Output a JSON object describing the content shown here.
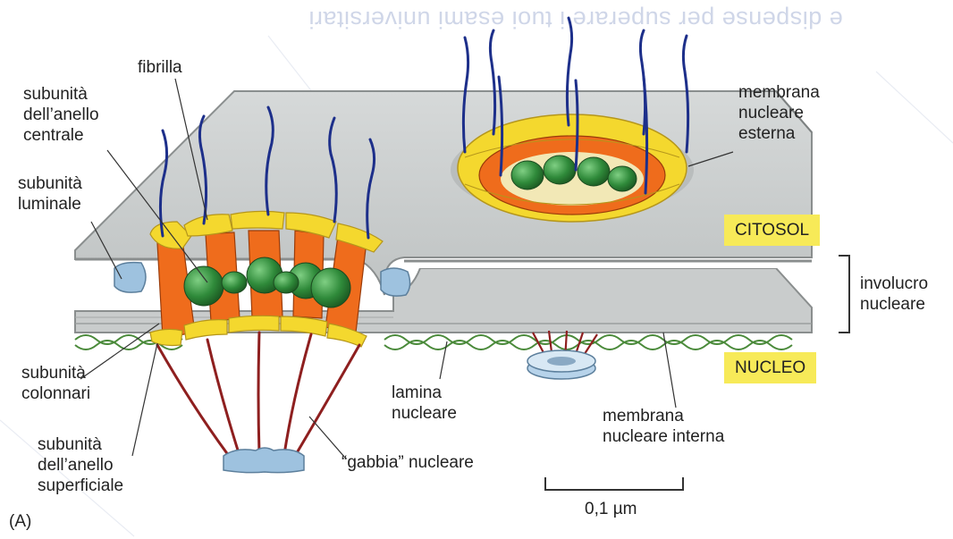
{
  "watermark": "e dispense per superare i tuoi esami universitari",
  "labels": {
    "fibrilla": "fibrilla",
    "central_ring": "subunità\ndell’anello\ncentrale",
    "luminal": "subunità\nluminale",
    "columnar": "subunità\ncolonnari",
    "surface_ring": "subunità\ndell’anello\nsuperficiale",
    "outer_membrane": "membrana\nnucleare\nesterna",
    "envelope": "involucro\nnucleare",
    "lamina": "lamina\nnucleare",
    "inner_membrane": "membrana\nnucleare interna",
    "cage": "“gabbia” nucleare",
    "panel": "(A)"
  },
  "tags": {
    "cytosol": "CITOSOL",
    "nucleus": "NUCLEO"
  },
  "scale_bar": {
    "label": "0,1 µm"
  },
  "colors": {
    "membrane": "#c9cccc",
    "membrane_edge": "#8a8e8e",
    "ring": "#f4d82e",
    "column": "#ef6c1c",
    "plug": "#2f8a3a",
    "fibril": "#1d2f8a",
    "cage": "#8e1f1f",
    "lamina": "#4a8a3a",
    "luminal": "#9ec2df",
    "tag": "#f7ea58"
  }
}
